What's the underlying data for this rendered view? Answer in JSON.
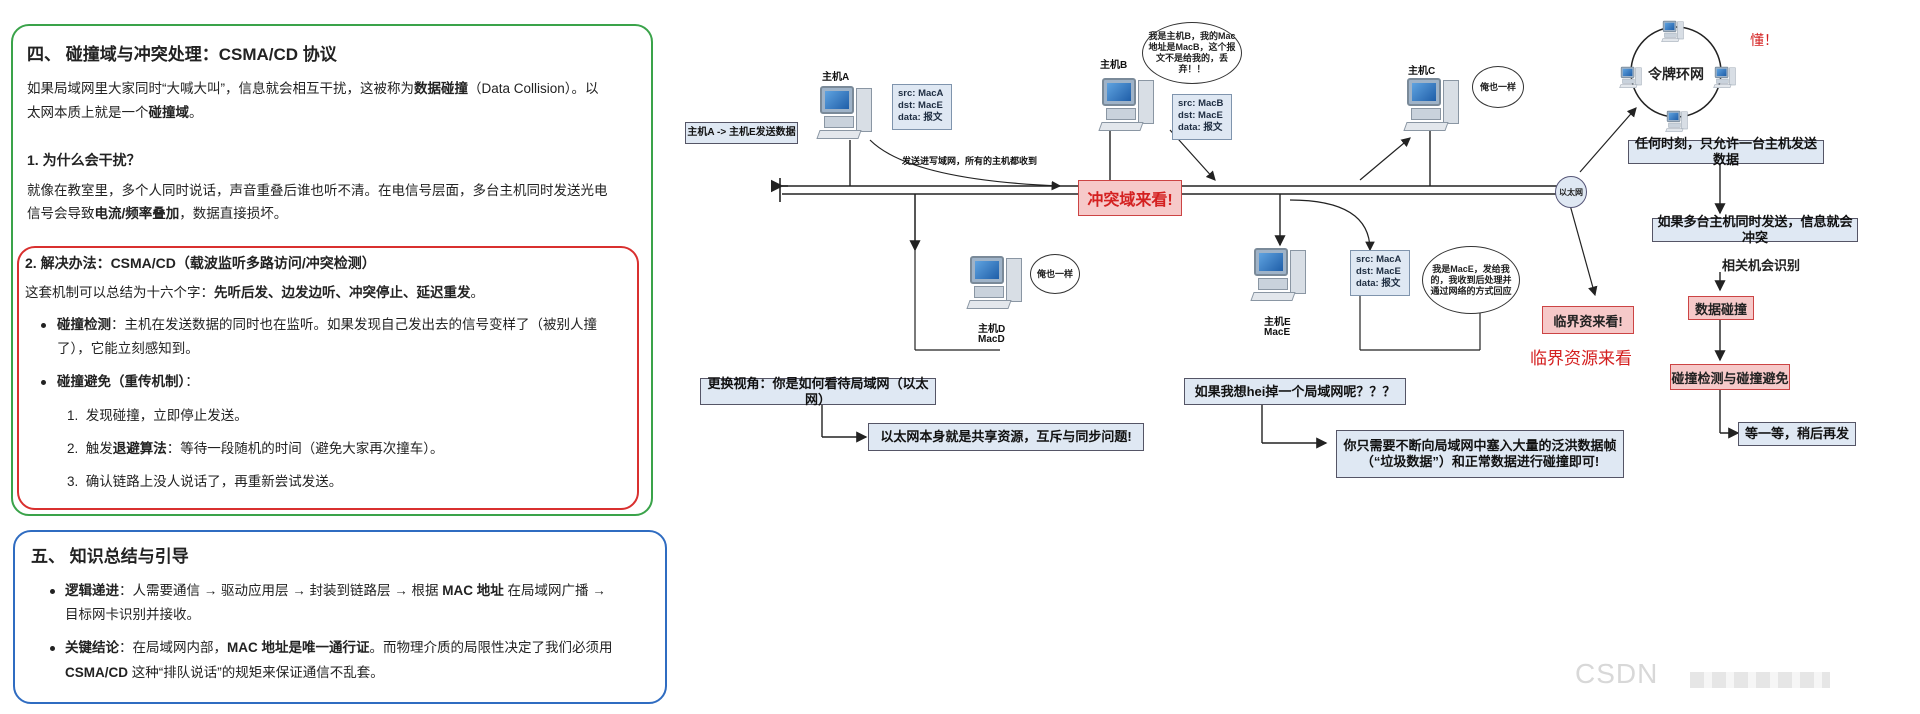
{
  "notes": {
    "s4": {
      "title": "四、 碰撞域与冲突处理：CSMA/CD 协议",
      "intro_1a": "如果局域网里大家同时“大喊大叫”，信息就会相互干扰，这被称为",
      "intro_1b": "数据碰撞",
      "intro_1c": "（Data Collision）。以",
      "intro_2a": "太网本质上就是一个",
      "intro_2b": "碰撞域",
      "intro_2c": "。",
      "q1": "1. 为什么会干扰？",
      "q1_p1": "就像在教室里，多个人同时说话，声音重叠后谁也听不清。在电信号层面，多台主机同时发送光电",
      "q1_p2a": "信号会导致",
      "q1_p2b": "电流/频率叠加",
      "q1_p2c": "，数据直接损坏。",
      "q2": "2. 解决办法：CSMA/CD（载波监听多路访问/冲突检测）",
      "q2_p1a": "这套机制可以总结为十六个字：",
      "q2_p1b": "先听后发、边发边听、冲突停止、延迟重发",
      "q2_p1c": "。",
      "b1_label": "碰撞检测",
      "b1_text": "：主机在发送数据的同时也在监听。如果发现自己发出去的信号变样了（被别人撞",
      "b1_text2": "了），它能立刻感知到。",
      "b2_label": "碰撞避免（重传机制）",
      "b2_text": "：",
      "steps": [
        {
          "n": "1.",
          "a": "发现碰撞，立即停止发送。",
          "b": "",
          "c": ""
        },
        {
          "n": "2.",
          "a": "触发",
          "b": "退避算法",
          "c": "：等待一段随机的时间（避免大家再次撞车）。"
        },
        {
          "n": "3.",
          "a": "确认链路上没人说话了，再重新尝试发送。",
          "b": "",
          "c": ""
        }
      ]
    },
    "s5": {
      "title": "五、 知识总结与引导",
      "l1_label": "逻辑递进",
      "l1_a": "：人需要通信 → 驱动应用层 → 封装到链路层 → 根据 ",
      "l1_b": "MAC 地址",
      "l1_c": " 在局域网广播 →",
      "l1_2": "目标网卡识别并接收。",
      "l2_label": "关键结论",
      "l2_a": "：在局域网内部，",
      "l2_b": "MAC 地址是唯一通行证",
      "l2_c": "。而物理介质的局限性决定了我们必须用",
      "l2_2a": "CSMA/CD",
      "l2_2b": " 这种“排队说话”的规矩来保证通信不乱套。"
    }
  },
  "diagram": {
    "hostA": "主机A",
    "hostB": "主机B",
    "hostC": "主机C",
    "hostD_1": "主机D",
    "hostD_2": "MacD",
    "hostE_1": "主机E",
    "hostE_2": "MacE",
    "send_label": "主机A -> 主机E发送数据",
    "noteA": [
      "src: MacA",
      "dst: MacE",
      "data: 报文"
    ],
    "noteB": [
      "src: MacB",
      "dst: MacE",
      "data: 报文"
    ],
    "noteE": [
      "src: MacA",
      "dst: MacE",
      "data: 报文"
    ],
    "bubbleB": "我是主机B，我的Mac地址是MacB，这个报文不是给我的，丢弃！！",
    "bubbleC": "俺也一样",
    "bubbleD": "俺也一样",
    "bubbleE": "我是MacE，发给我的，我收到后处理并通过网络的方式回应",
    "broadcast_note": "发送进写域网，所有的主机都收到",
    "conflict": "冲突域来看!",
    "bus_node": "以太网",
    "critical_box": "临界资来看!",
    "critical_handwritten": "临界资源来看",
    "view_box": "更换视角：你是如何看待局域网（以太网）",
    "view_answer": "以太网本身就是共享资源，互斥与同步问题!",
    "hack_box": "如果我想hei掉一个局域网呢？？？",
    "hack_answer_1": "你只需要不断向局域网中塞入大量的泛洪数据帧",
    "hack_answer_2": "（“垃圾数据”）和正常数据进行碰撞即可!",
    "token_ring": "令牌环网",
    "token_red": "懂！",
    "flow_1": "任何时刻，只允许一台主机发送数据",
    "flow_2": "如果多台主机同时发送，信息就会冲突",
    "flow_3": "相关机会识别",
    "flow_4": "数据碰撞",
    "flow_5": "碰撞检测与碰撞避免",
    "flow_6": "等一等，稍后再发",
    "watermark": "CSDN"
  }
}
